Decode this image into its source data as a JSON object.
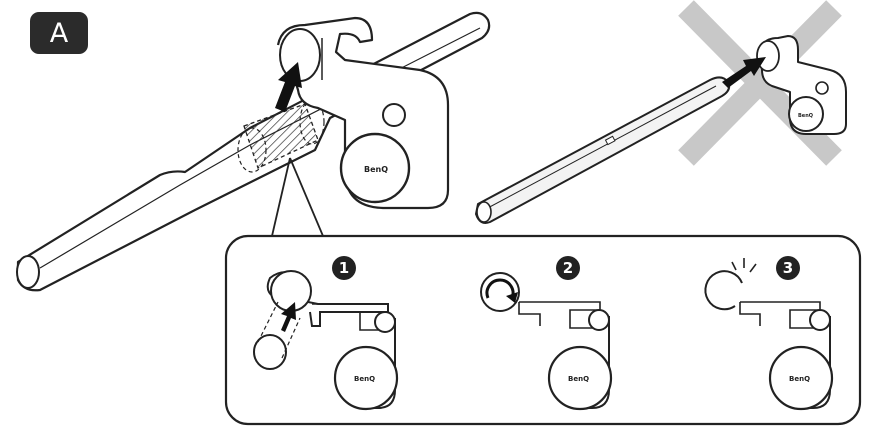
{
  "section_badge": "A",
  "brand_logo_text": "BenQ",
  "steps": [
    {
      "number": "1",
      "action": "insert"
    },
    {
      "number": "2",
      "action": "rotate"
    },
    {
      "number": "3",
      "action": "click"
    }
  ],
  "icons": [
    "push-arrow-icon",
    "rotate-arrow-icon",
    "click-sparkle-icon",
    "prohibited-cross-icon"
  ],
  "colors": {
    "ink": "#2b2b2b",
    "cross": "#c8c8c8",
    "light_bar": "#f3f3f3"
  }
}
